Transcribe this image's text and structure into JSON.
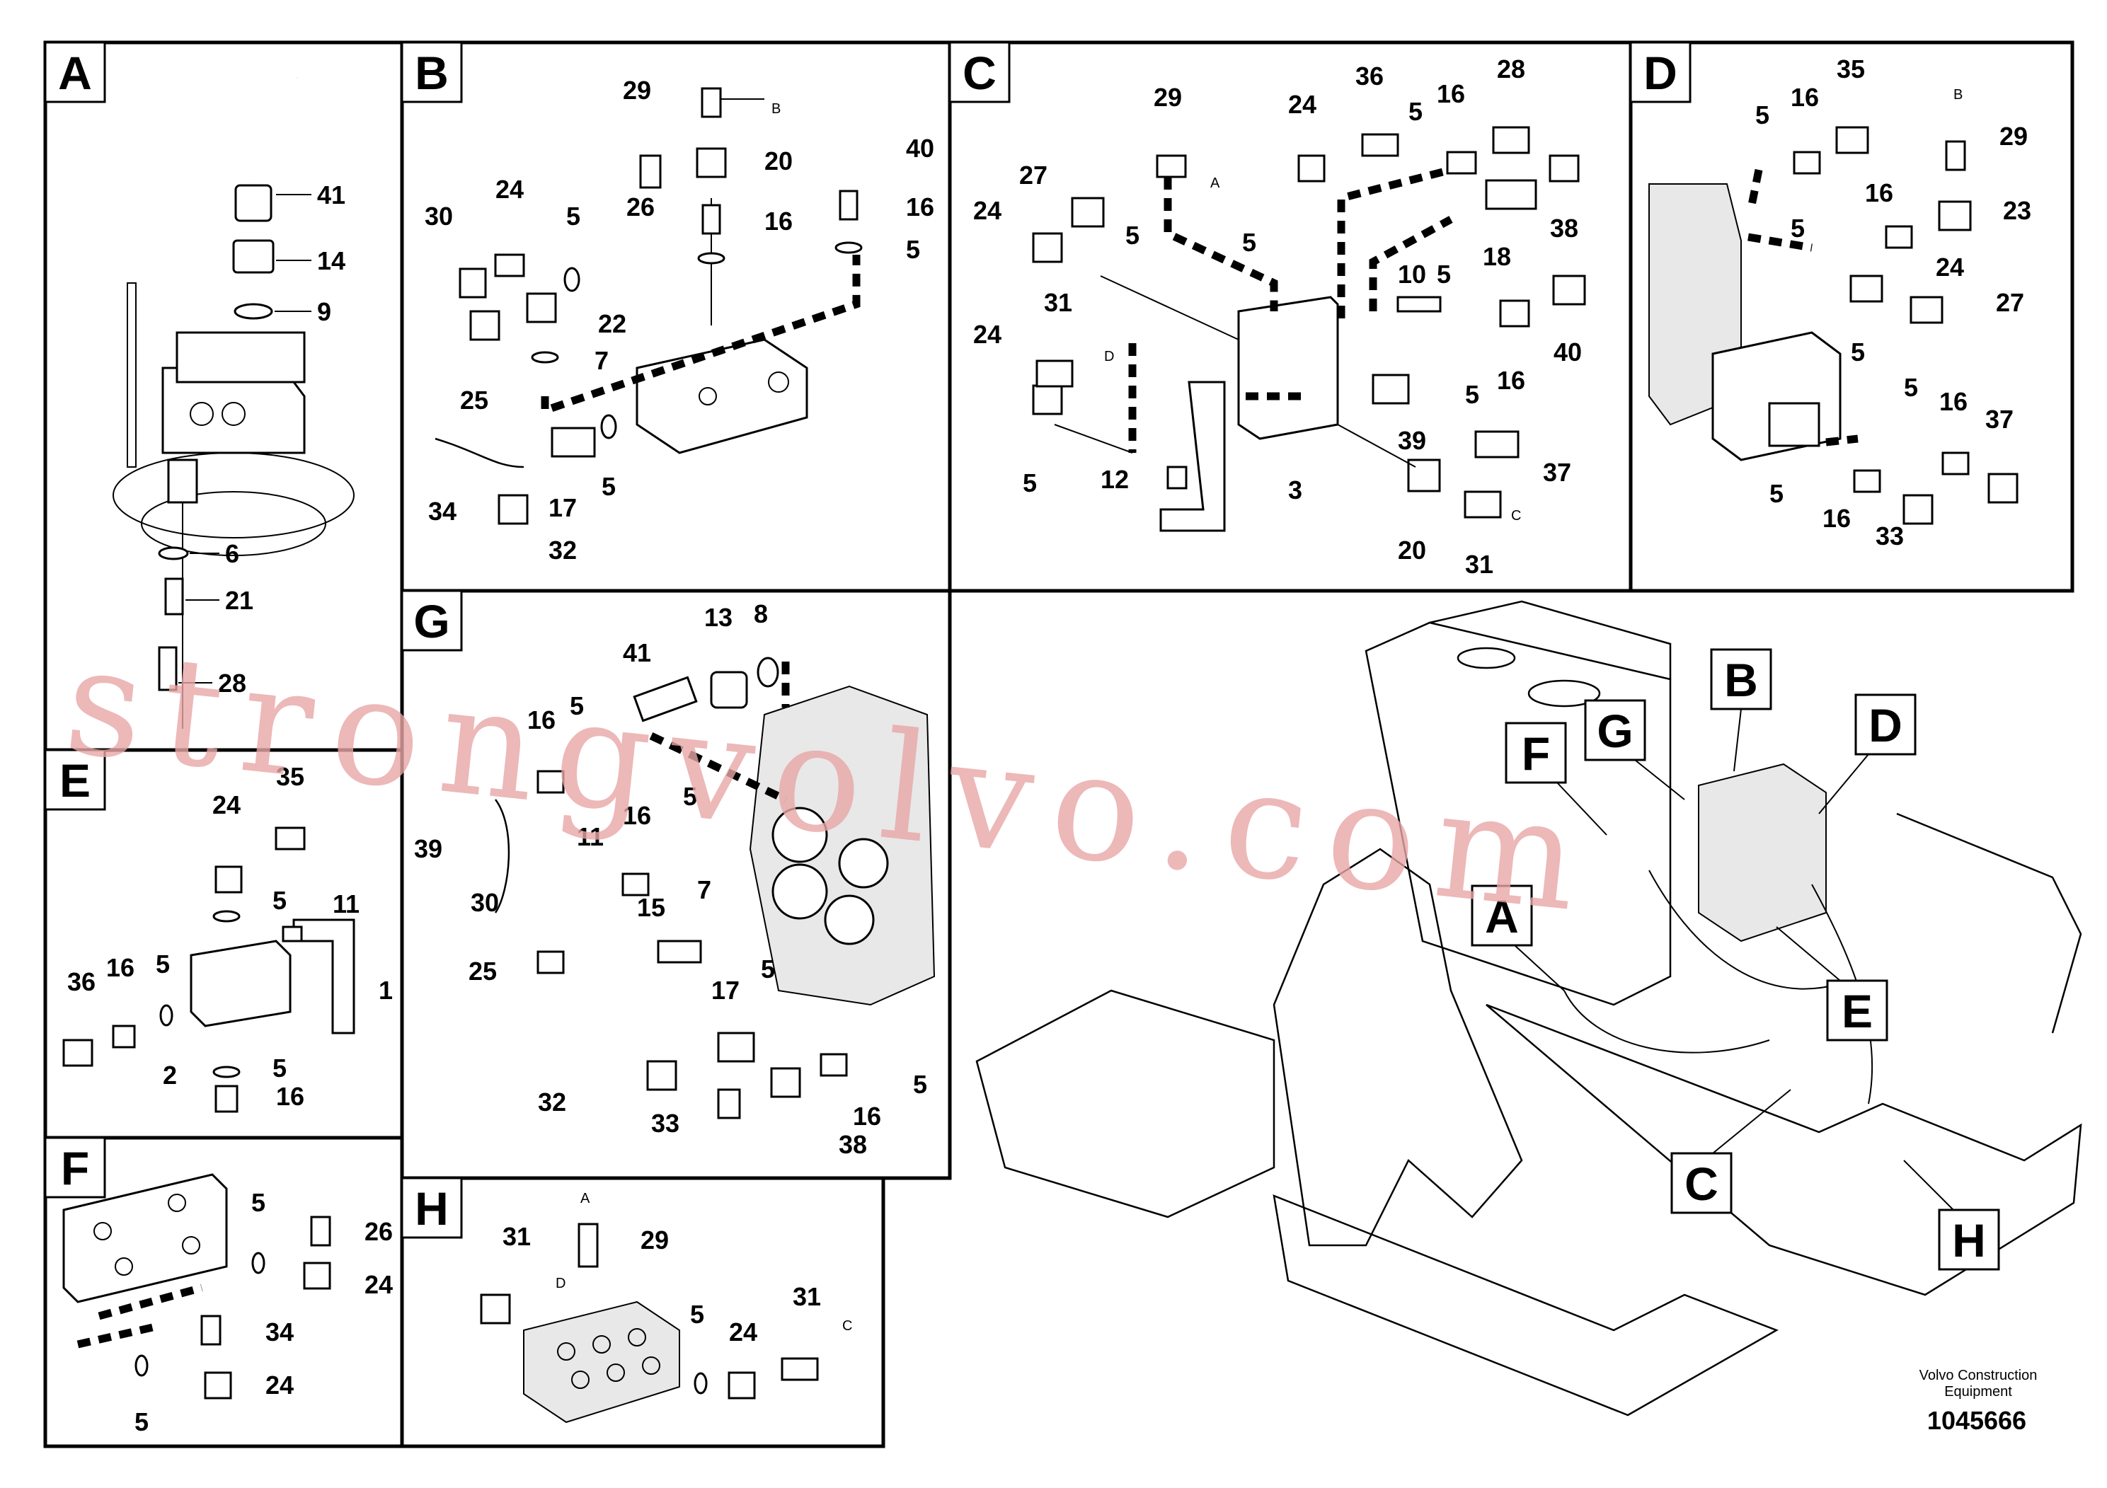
{
  "panels": [
    {
      "id": "A"
    },
    {
      "id": "B"
    },
    {
      "id": "C"
    },
    {
      "id": "D"
    },
    {
      "id": "E"
    },
    {
      "id": "F"
    },
    {
      "id": "G"
    },
    {
      "id": "H"
    }
  ],
  "callouts": {
    "A": [
      "41",
      "14",
      "9",
      "6",
      "21",
      "28"
    ],
    "B": [
      "29",
      "B",
      "20",
      "40",
      "26",
      "16",
      "30",
      "24",
      "5",
      "16",
      "5",
      "22",
      "7",
      "25",
      "34",
      "17",
      "5",
      "32"
    ],
    "C": [
      "29",
      "36",
      "5",
      "16",
      "28",
      "A",
      "24",
      "27",
      "24",
      "5",
      "5",
      "18",
      "38",
      "5",
      "31",
      "10",
      "24",
      "D",
      "5",
      "16",
      "40",
      "5",
      "12",
      "3",
      "39",
      "37",
      "C",
      "20",
      "31"
    ],
    "D": [
      "35",
      "B",
      "16",
      "29",
      "5",
      "16",
      "23",
      "5",
      "24",
      "27",
      "5",
      "5",
      "16",
      "37",
      "5",
      "16",
      "33"
    ],
    "E": [
      "35",
      "24",
      "11",
      "5",
      "36",
      "16",
      "5",
      "1",
      "2",
      "5",
      "16"
    ],
    "F": [
      "5",
      "26",
      "24",
      "34",
      "5",
      "24"
    ],
    "G": [
      "13",
      "8",
      "41",
      "16",
      "5",
      "5",
      "16",
      "39",
      "11",
      "7",
      "30",
      "15",
      "25",
      "5",
      "17",
      "32",
      "33",
      "16",
      "38",
      "5"
    ],
    "H": [
      "A",
      "29",
      "31",
      "D",
      "5",
      "31",
      "24",
      "C"
    ]
  },
  "overview": {
    "callouts": [
      "B",
      "G",
      "D",
      "F",
      "A",
      "E",
      "C",
      "H"
    ]
  },
  "footer": {
    "brand_line1": "Volvo Construction",
    "brand_line2": "Equipment",
    "drawing_number": "1045666"
  },
  "watermark": "strongvolvo.com"
}
